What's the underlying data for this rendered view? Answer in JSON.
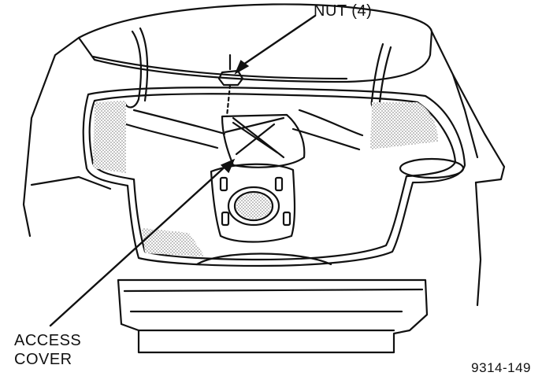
{
  "callouts": {
    "nut": "NUT (4)",
    "access_cover_line1": "ACCESS",
    "access_cover_line2": "COVER"
  },
  "figure_number": "9314-149",
  "colors": {
    "ink": "#111111",
    "paper": "#ffffff",
    "stipple": "#8a8a8a"
  }
}
